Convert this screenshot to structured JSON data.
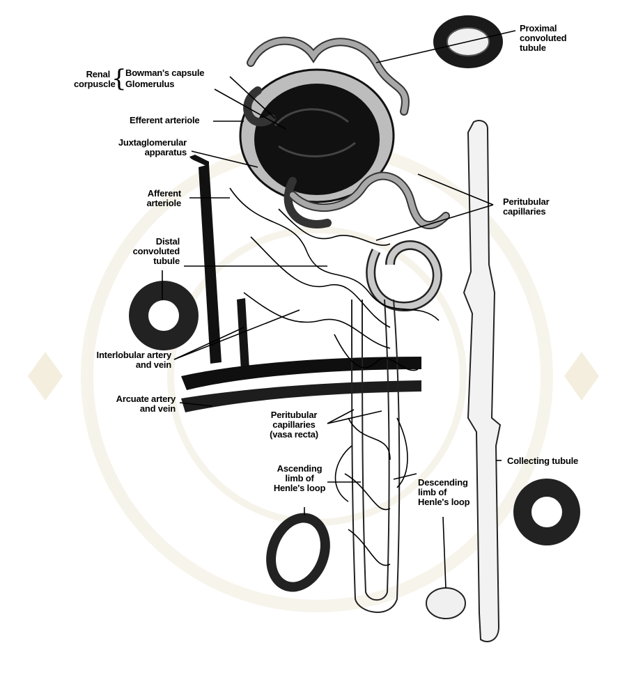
{
  "diagram": {
    "labels": {
      "renal_corpuscle": "Renal\ncorpuscle",
      "bowmans_capsule": "Bowman's capsule",
      "glomerulus": "Glomerulus",
      "efferent_arteriole": "Efferent arteriole",
      "juxtaglomerular_apparatus": "Juxtaglomerular\napparatus",
      "afferent_arteriole": "Afferent\narteriole",
      "distal_convoluted_tubule": "Distal\nconvoluted\ntubule",
      "interlobular_artery_vein": "Interlobular artery\nand vein",
      "arcuate_artery_vein": "Arcuate artery\nand vein",
      "proximal_convoluted_tubule": "Proximal\nconvoluted\ntubule",
      "peritubular_capillaries": "Peritubular\ncapillaries",
      "peritubular_capillaries_vasa_recta": "Peritubular\ncapillaries\n(vasa recta)",
      "ascending_limb": "Ascending\nlimb of\nHenle's loop",
      "descending_limb": "Descending\nlimb of\nHenle's loop",
      "collecting_tubule": "Collecting tubule"
    },
    "colors": {
      "ink": "#000000",
      "tubule_fill": "#9a9a9a",
      "vessel_dark": "#1a1a1a",
      "watermark": "#e8dfc6"
    }
  }
}
